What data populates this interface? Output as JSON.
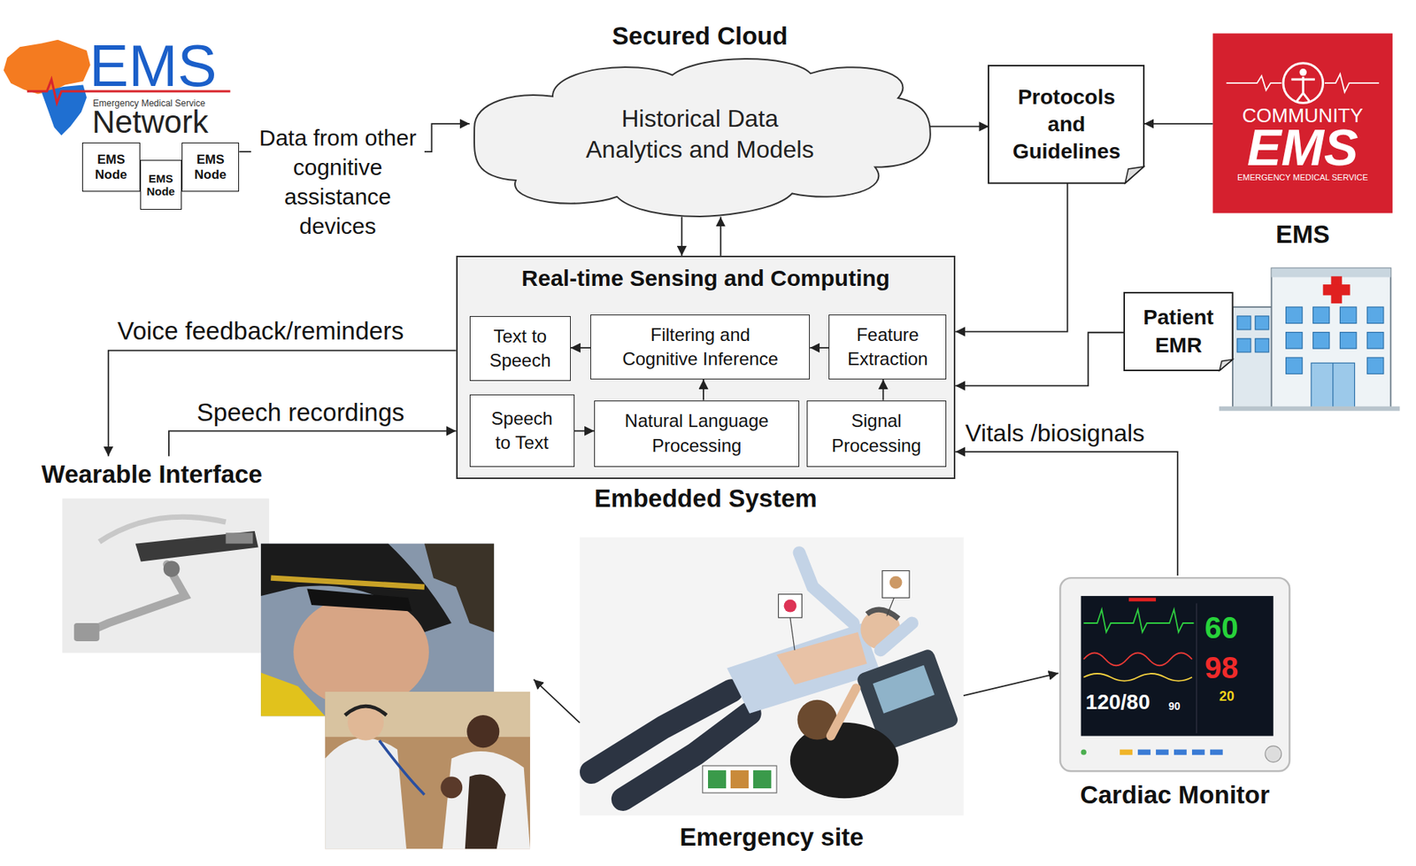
{
  "diagram": {
    "nodes": [
      {
        "text": [
          "EMS Node"
        ]
      },
      {
        "text": [
          "EMS Node"
        ]
      },
      {
        "text": [
          "EMS Node"
        ]
      },
      {
        "text": [
          "Secured Cloud",
          "Historical Data Analytics and Models"
        ]
      },
      {
        "text": [
          "Protocols and Guidelines"
        ]
      },
      {
        "text": [
          "COMMUNITY",
          "EMS",
          "EMERGENCY MEDICAL SERVICE",
          "EMS"
        ]
      },
      {
        "text": [
          "Real-time Sensing and Computing",
          "Embedded System"
        ]
      },
      {
        "text": [
          "Text to Speech"
        ],
        "in": 6
      },
      {
        "text": [
          "Filtering and Cognitive Inference"
        ],
        "in": 6
      },
      {
        "text": [
          "Feature Extraction"
        ],
        "in": 6
      },
      {
        "text": [
          "Speech to Text"
        ],
        "in": 6
      },
      {
        "text": [
          "Natural Language Processing"
        ],
        "in": 6
      },
      {
        "text": [
          "Signal Processing"
        ],
        "in": 6
      },
      {
        "text": [
          "Patient EMR"
        ]
      },
      {
        "text": [
          "Wearable Interface"
        ]
      },
      {
        "text": [
          "Emergency site"
        ]
      },
      {
        "text": [
          "Cardiac Monitor"
        ]
      }
    ],
    "edges": [
      {
        "from": 2,
        "to": 3,
        "arrow": "to",
        "label": "Data from other cognitive assistance devices"
      },
      {
        "from": 3,
        "to": 6,
        "arrow": "to"
      },
      {
        "from": 6,
        "to": 3,
        "arrow": "to"
      },
      {
        "from": 3,
        "to": 4,
        "arrow": "to"
      },
      {
        "from": 5,
        "to": 4,
        "arrow": "to"
      },
      {
        "from": 4,
        "to": 6,
        "arrow": "to"
      },
      {
        "from": 13,
        "to": 6,
        "arrow": "to"
      },
      {
        "from": 16,
        "to": 6,
        "arrow": "to",
        "label": "Vitals /biosignals"
      },
      {
        "from": 6,
        "to": 14,
        "arrow": "to",
        "label": "Voice feedback/reminders"
      },
      {
        "from": 14,
        "to": 6,
        "arrow": "to",
        "label": "Speech recordings"
      },
      {
        "from": 12,
        "to": 9,
        "arrow": "to"
      },
      {
        "from": 9,
        "to": 8,
        "arrow": "to"
      },
      {
        "from": 8,
        "to": 7,
        "arrow": "to"
      },
      {
        "from": 10,
        "to": 11,
        "arrow": "to"
      },
      {
        "from": 11,
        "to": 8,
        "arrow": "to"
      },
      {
        "from": 15,
        "to": 14,
        "arrow": "to"
      },
      {
        "from": 15,
        "to": 16,
        "arrow": "to"
      }
    ],
    "labels": [
      "EMS",
      "Emergency Medical Service",
      "Network",
      "60",
      "98",
      "120/80",
      "90",
      "20"
    ]
  }
}
